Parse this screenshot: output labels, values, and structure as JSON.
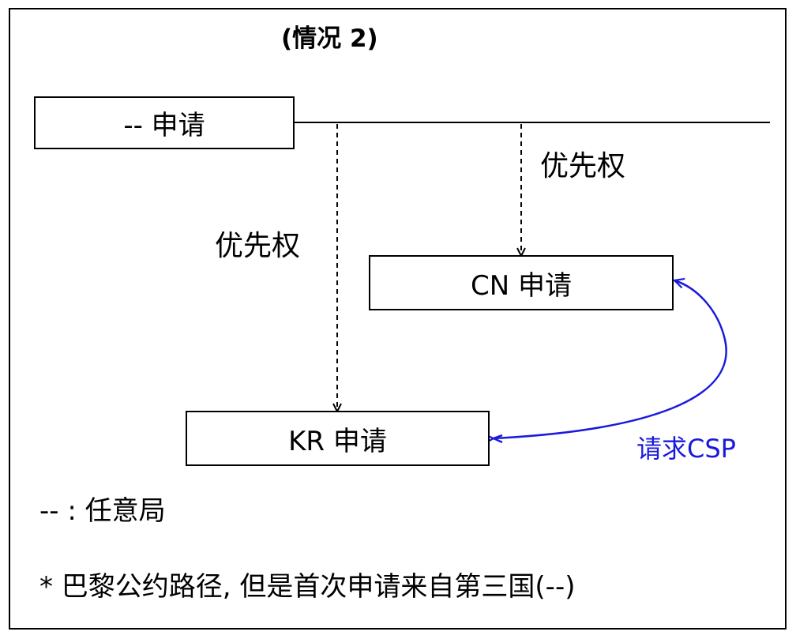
{
  "title": "(情况 2)",
  "boxes": {
    "origin": "-- 申请",
    "cn": "CN 申请",
    "kr": "KR 申请"
  },
  "arrows": {
    "priority_cn": "优先权",
    "priority_kr": "优先权",
    "csp": "请求CSP"
  },
  "legend": "-- : 任意局",
  "footnote": "* 巴黎公约路径, 但是首次申请来自第三国(--)",
  "colors": {
    "csp": "#1a1adc",
    "line": "#000000"
  }
}
